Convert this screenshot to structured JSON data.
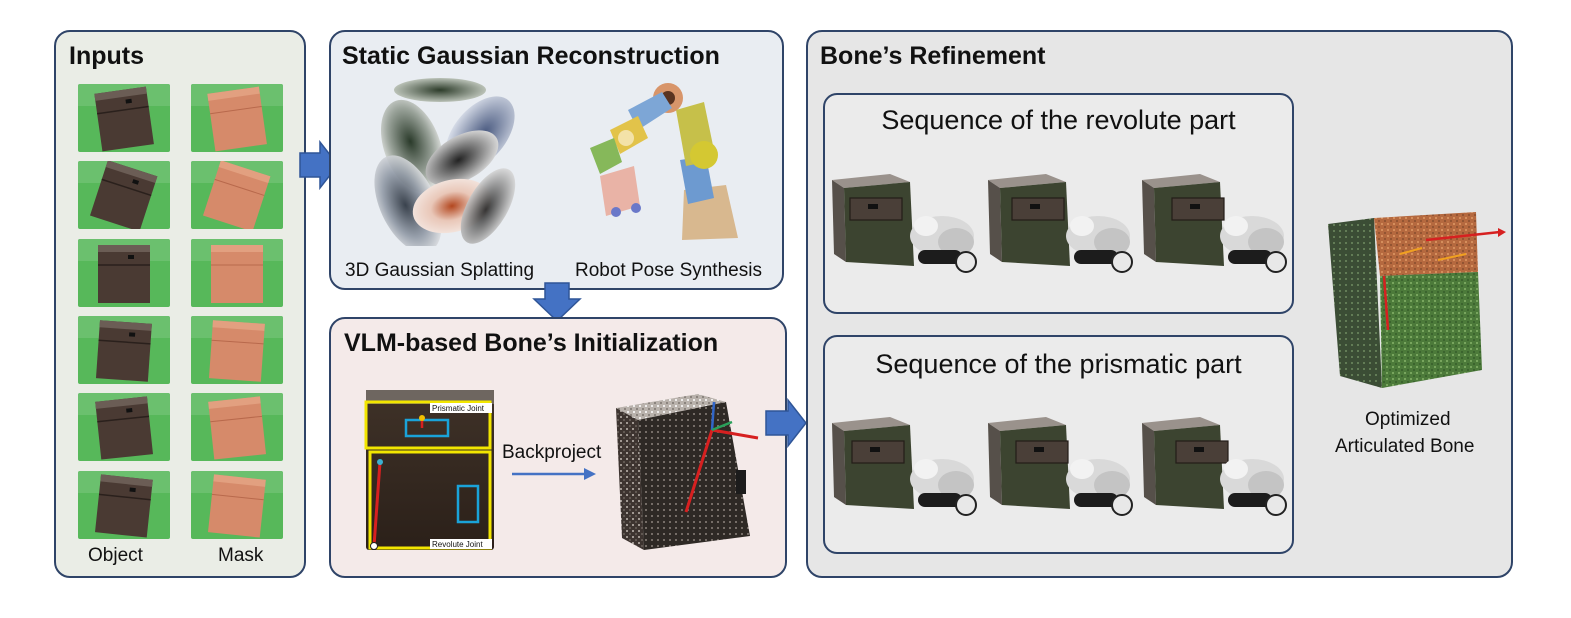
{
  "inputs": {
    "title": "Inputs",
    "object_label": "Object",
    "mask_label": "Mask"
  },
  "static_recon": {
    "title": "Static Gaussian Reconstruction",
    "caption_gaussian": "3D Gaussian Splatting",
    "caption_robot": "Robot Pose Synthesis"
  },
  "vlm_init": {
    "title": "VLM-based Bone’s Initialization",
    "prismatic_joint_label": "Prismatic Joint",
    "revolute_joint_label": "Revolute Joint",
    "backproject_label": "Backproject"
  },
  "refinement": {
    "title": "Bone’s Refinement",
    "revolute_sequence_title": "Sequence of the revolute part",
    "prismatic_sequence_title": "Sequence of the prismatic part",
    "result_label_line1": "Optimized",
    "result_label_line2": "Articulated Bone"
  },
  "colors": {
    "arrow_blue": "#4472c4",
    "panel_border": "#2f4468",
    "inputs_bg": "#eaede6",
    "recon_bg": "#e9edf2",
    "vlm_bg": "#f4eae9",
    "refine_bg": "#e6e6e6",
    "bbox_yellow": "#f2e600",
    "bbox_cyan": "#1aa3d9",
    "axis_red": "#d62020"
  }
}
